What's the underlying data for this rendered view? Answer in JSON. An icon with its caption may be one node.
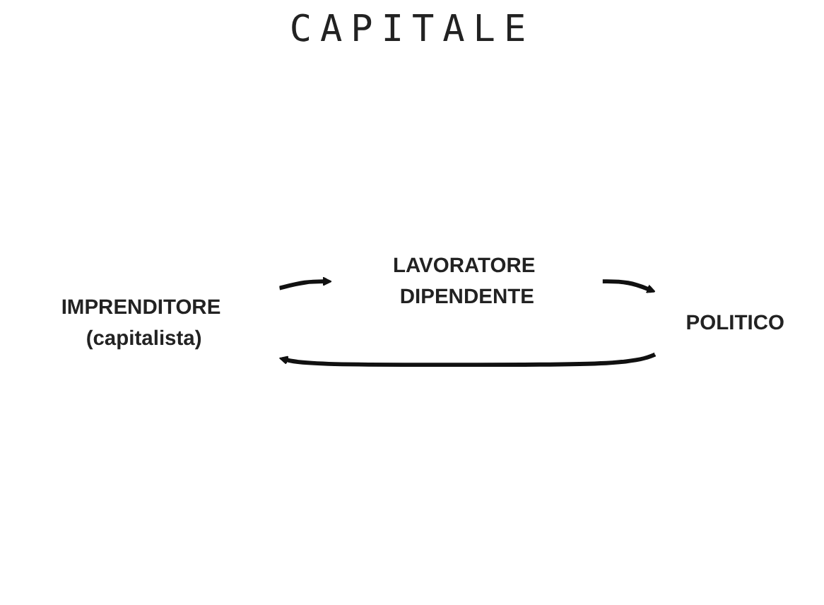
{
  "diagram": {
    "nodes": [
      {
        "text": [
          "IMPRENDITORE (capitalista)"
        ]
      },
      {
        "text": [
          "LAVORATORE DIPENDENTE"
        ]
      },
      {
        "text": [
          "POLITICO"
        ]
      }
    ],
    "edges": [
      {
        "from": 0,
        "to": 1,
        "arrow": "to"
      },
      {
        "from": 1,
        "to": 2,
        "arrow": "to"
      },
      {
        "from": 2,
        "to": 0,
        "arrow": "to"
      }
    ],
    "labels": [
      "CAPITALE"
    ]
  }
}
